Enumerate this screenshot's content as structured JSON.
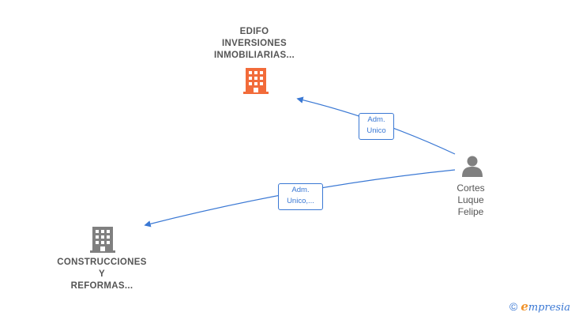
{
  "nodes": {
    "edifo": {
      "label_lines": [
        "EDIFO",
        "INVERSIONES",
        "INMOBILIARIAS..."
      ],
      "icon": "building-icon",
      "color": "#f26b3a"
    },
    "construcciones": {
      "label_lines": [
        "CONSTRUCCIONES",
        "Y",
        "REFORMAS..."
      ],
      "icon": "building-icon",
      "color": "#808080"
    },
    "person": {
      "label_lines": [
        "Cortes",
        "Luque",
        "Felipe"
      ],
      "icon": "person-icon",
      "color": "#808080"
    }
  },
  "edges": [
    {
      "from": "person",
      "to": "edifo",
      "label_lines": [
        "Adm.",
        "Unico"
      ]
    },
    {
      "from": "person",
      "to": "construcciones",
      "label_lines": [
        "Adm.",
        "Unico,..."
      ]
    }
  ],
  "footer": {
    "copyright_symbol": "©",
    "brand_first": "e",
    "brand_rest": "mpresia"
  },
  "colors": {
    "edge": "#3a78d4"
  }
}
